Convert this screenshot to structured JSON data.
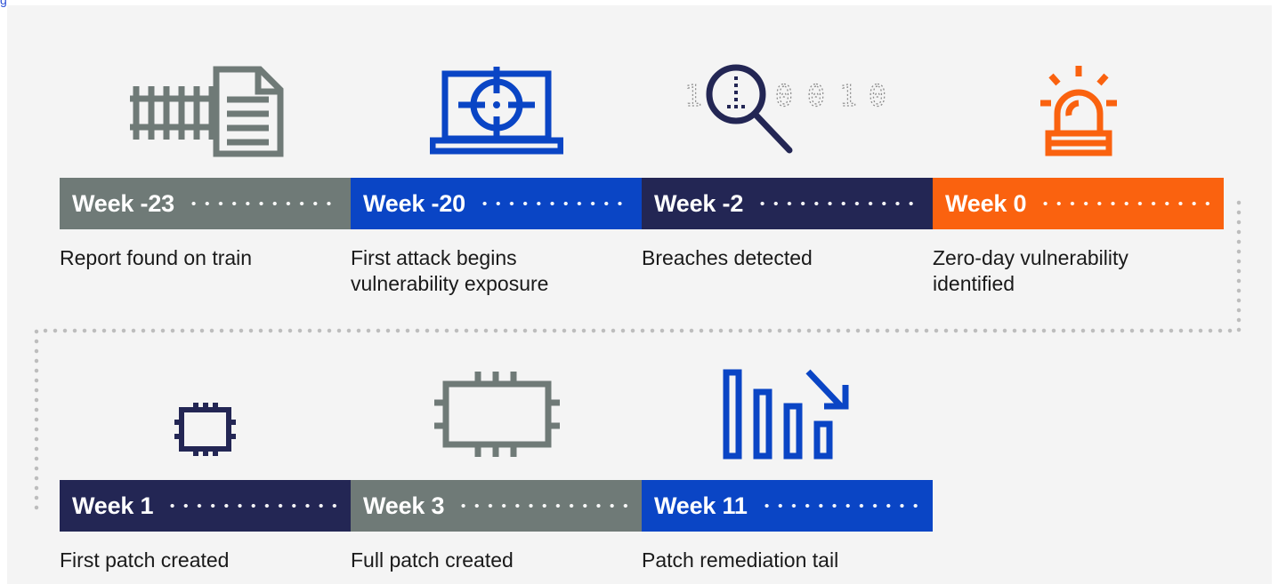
{
  "milestones_row1": [
    {
      "week": "Week -23",
      "label_lines": [
        "Report found on train"
      ],
      "color": "#6f7a77",
      "icon": "train-track-document-icon"
    },
    {
      "week": "Week -20",
      "label_lines": [
        "First attack begins",
        "vulnerability exposure"
      ],
      "color": "#0a45c5",
      "icon": "laptop-target-icon"
    },
    {
      "week": "Week -2",
      "label_lines": [
        "Breaches detected"
      ],
      "color": "#232654",
      "icon": "magnifier-binary-icon"
    },
    {
      "week": "Week 0",
      "label_lines": [
        "Zero-day vulnerability",
        "identified"
      ],
      "color": "#fa620f",
      "icon": "alarm-siren-icon"
    }
  ],
  "milestones_row2": [
    {
      "week": "Week 1",
      "label_lines": [
        "First patch created"
      ],
      "color": "#232654",
      "icon": "small-chip-icon"
    },
    {
      "week": "Week 3",
      "label_lines": [
        "Full patch created"
      ],
      "color": "#6f7a77",
      "icon": "large-chip-icon"
    },
    {
      "week": "Week 11",
      "label_lines": [
        "Patch remediation tail"
      ],
      "color": "#0a45c5",
      "icon": "declining-bars-icon"
    }
  ],
  "binary_digits": {
    "left": "1",
    "right": [
      "0",
      "0",
      "1",
      "0"
    ]
  },
  "colors": {
    "grey": "#6f7a77",
    "blue": "#0a45c5",
    "navy": "#232654",
    "orange": "#fa620f",
    "connector": "#bdbdbd"
  }
}
